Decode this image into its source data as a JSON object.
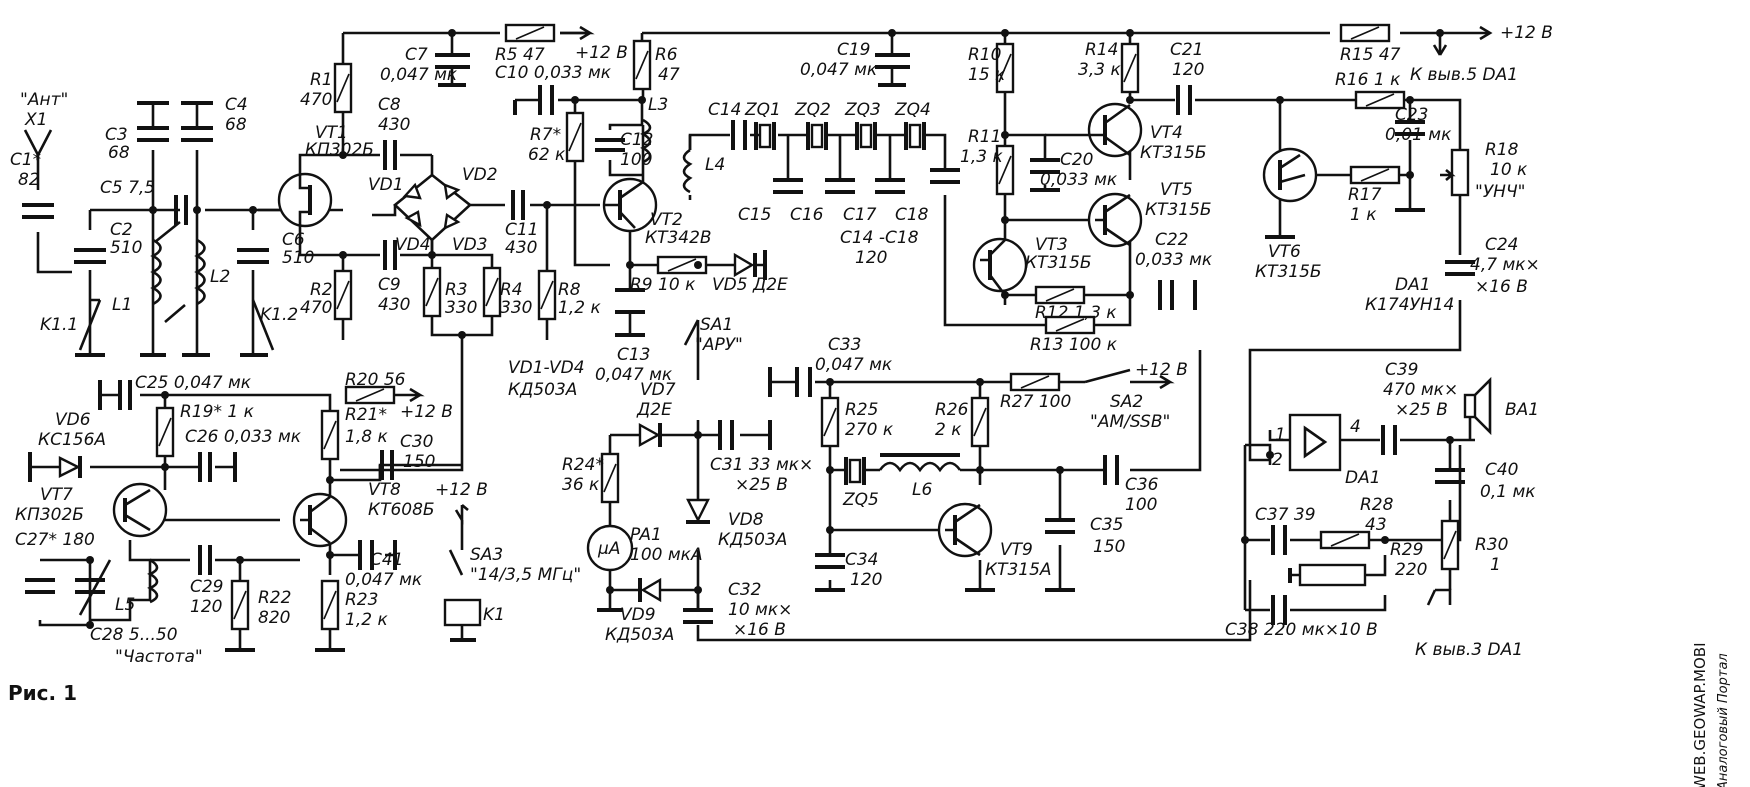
{
  "figure_caption": "Рис. 1",
  "watermark": {
    "site": "WEB.GEOWAP.MOBI",
    "script": "Аналоговый Портал"
  },
  "labels": {
    "ant": "\"Ант\"",
    "x1": "X1",
    "c1": "C1*",
    "c1v": "82",
    "c2": "C2",
    "c2v": "510",
    "c3": "C3",
    "c3v": "68",
    "c4": "C4",
    "c4v": "68",
    "c5": "C5 7,5",
    "c6": "C6",
    "c6v": "510",
    "l1": "L1",
    "l2": "L2",
    "k11": "K1.1",
    "k12": "K1.2",
    "r1": "R1",
    "r1v": "470",
    "r2": "R2",
    "r2v": "470",
    "c7": "C7",
    "c7v": "0,047 мк",
    "vt1": "VT1",
    "vt1t": "КП302Б",
    "c8": "C8",
    "c8v": "430",
    "c9": "C9",
    "c9v": "430",
    "vd1": "VD1",
    "vd2": "VD2",
    "vd3": "VD3",
    "vd4": "VD4",
    "r3": "R3",
    "r3v": "330",
    "r4": "R4",
    "r4v": "330",
    "r5": "R5 47",
    "p12a": "+12 В",
    "c10": "C10 0,033 мк",
    "c11": "C11",
    "c11v": "430",
    "r6": "R6",
    "r6v": "47",
    "l3": "L3",
    "c12": "C12",
    "c12v": "100",
    "l4": "L4",
    "r7": "R7*",
    "r7v": "62 к",
    "r8": "R8",
    "r8v": "1,2 к",
    "vt2": "VT2",
    "vt2t": "КТ342В",
    "r9": "R9 10 к",
    "vd5": "VD5 Д2Е",
    "vd14": "VD1-VD4",
    "vd14t": "КД503А",
    "c13": "C13",
    "c13v": "0,047 мк",
    "sa1": "SA1",
    "sa1v": "\"АРУ\"",
    "c14": "C14",
    "zq1": "ZQ1",
    "zq2": "ZQ2",
    "zq3": "ZQ3",
    "zq4": "ZQ4",
    "c15": "C15",
    "c16": "C16",
    "c17": "C17",
    "c18": "C18",
    "c1418": "C14 -C18",
    "c1418v": "120",
    "c19": "C19",
    "c19v": "0,047 мк",
    "r10": "R10",
    "r10v": "15 к",
    "r11": "R11",
    "r11v": "1,3 к",
    "c20": "C20",
    "c20v": "0,033 мк",
    "r14": "R14",
    "r14v": "3,3 к",
    "vt4": "VT4",
    "vt4t": "КТ315Б",
    "vt5": "VT5",
    "vt5t": "КТ315Б",
    "vt3": "VT3",
    "vt3t": "КТ315Б",
    "c22": "C22",
    "c22v": "0,033 мк",
    "r12": "R12 1,3 к",
    "r13": "R13 100 к",
    "c21": "C21",
    "c21v": "120",
    "r15": "R15 47",
    "p12top": "+12 В",
    "dest5": "К выв.5 DA1",
    "r16": "R16 1 к",
    "c23": "C23",
    "c23v": "0,01 мк",
    "r18": "R18",
    "r18v": "10 к",
    "r18n": "\"УНЧ\"",
    "r17": "R17",
    "r17v": "1 к",
    "vt6": "VT6",
    "vt6t": "КТ315Б",
    "c24": "C24",
    "c24v": "4,7 мк×",
    "c24v2": "×16 В",
    "da1": "DA1",
    "da1t": "К174УН14",
    "c25": "C25 0,047 мк",
    "r20": "R20 56",
    "p12b": "+12 В",
    "vd6": "VD6",
    "vd6t": "КС156А",
    "r19": "R19* 1 к",
    "c26": "C26 0,033 мк",
    "r21": "R21*",
    "r21v": "1,8 к",
    "c30": "C30",
    "c30v": "150",
    "vt7": "VT7",
    "vt7t": "КП302Б",
    "vt8": "VT8",
    "vt8t": "КТ608Б",
    "c27": "C27* 180",
    "c28": "C28 5...50",
    "c28n": "\"Частота\"",
    "l5": "L5",
    "c29": "C29",
    "c29v": "120",
    "r22": "R22",
    "r22v": "820",
    "r23": "R23",
    "r23v": "1,2 к",
    "c41": "C41",
    "c41v": "0,047 мк",
    "p12c": "+12 В",
    "sa3": "SA3",
    "sa3v": "\"14/3,5 МГц\"",
    "k1": "K1",
    "vd7": "VD7",
    "vd7t": "Д2Е",
    "r24": "R24*",
    "r24v": "36 к",
    "pa1": "PA1",
    "pa1v": "100 мкА",
    "mua": "μA",
    "c31": "C31 33 мк×",
    "c31v": "×25 В",
    "vd8": "VD8",
    "vd8t": "КД503А",
    "vd9": "VD9",
    "vd9t": "КД503А",
    "c32": "C32",
    "c32v": "10 мк×",
    "c32v2": "×16 В",
    "c33": "C33",
    "c33v": "0,047 мк",
    "r25": "R25",
    "r25v": "270 к",
    "r26": "R26",
    "r26v": "2 к",
    "r27": "R27 100",
    "p12d": "+12 В",
    "sa2": "SA2",
    "sa2v": "\"AM/SSB\"",
    "zq5": "ZQ5",
    "l6": "L6",
    "c34": "C34",
    "c34v": "120",
    "c35": "C35",
    "c35v": "150",
    "c36": "C36",
    "c36v": "100",
    "vt9": "VT9",
    "vt9t": "КТ315А",
    "c39": "C39",
    "c39v": "470 мк×",
    "c39v2": "×25 В",
    "ba1": "BA1",
    "c40": "C40",
    "c40v": "0,1 мк",
    "r30": "R30",
    "r30v": "1",
    "dest3": "К выв.3 DA1",
    "c37": "C37 39",
    "r28": "R28",
    "r28v": "43",
    "r29": "R29",
    "r29v": "220",
    "c38": "C38 220 мк×10 В",
    "pin1": "1",
    "pin2": "2",
    "pin4": "4",
    "da1b": "DA1"
  }
}
